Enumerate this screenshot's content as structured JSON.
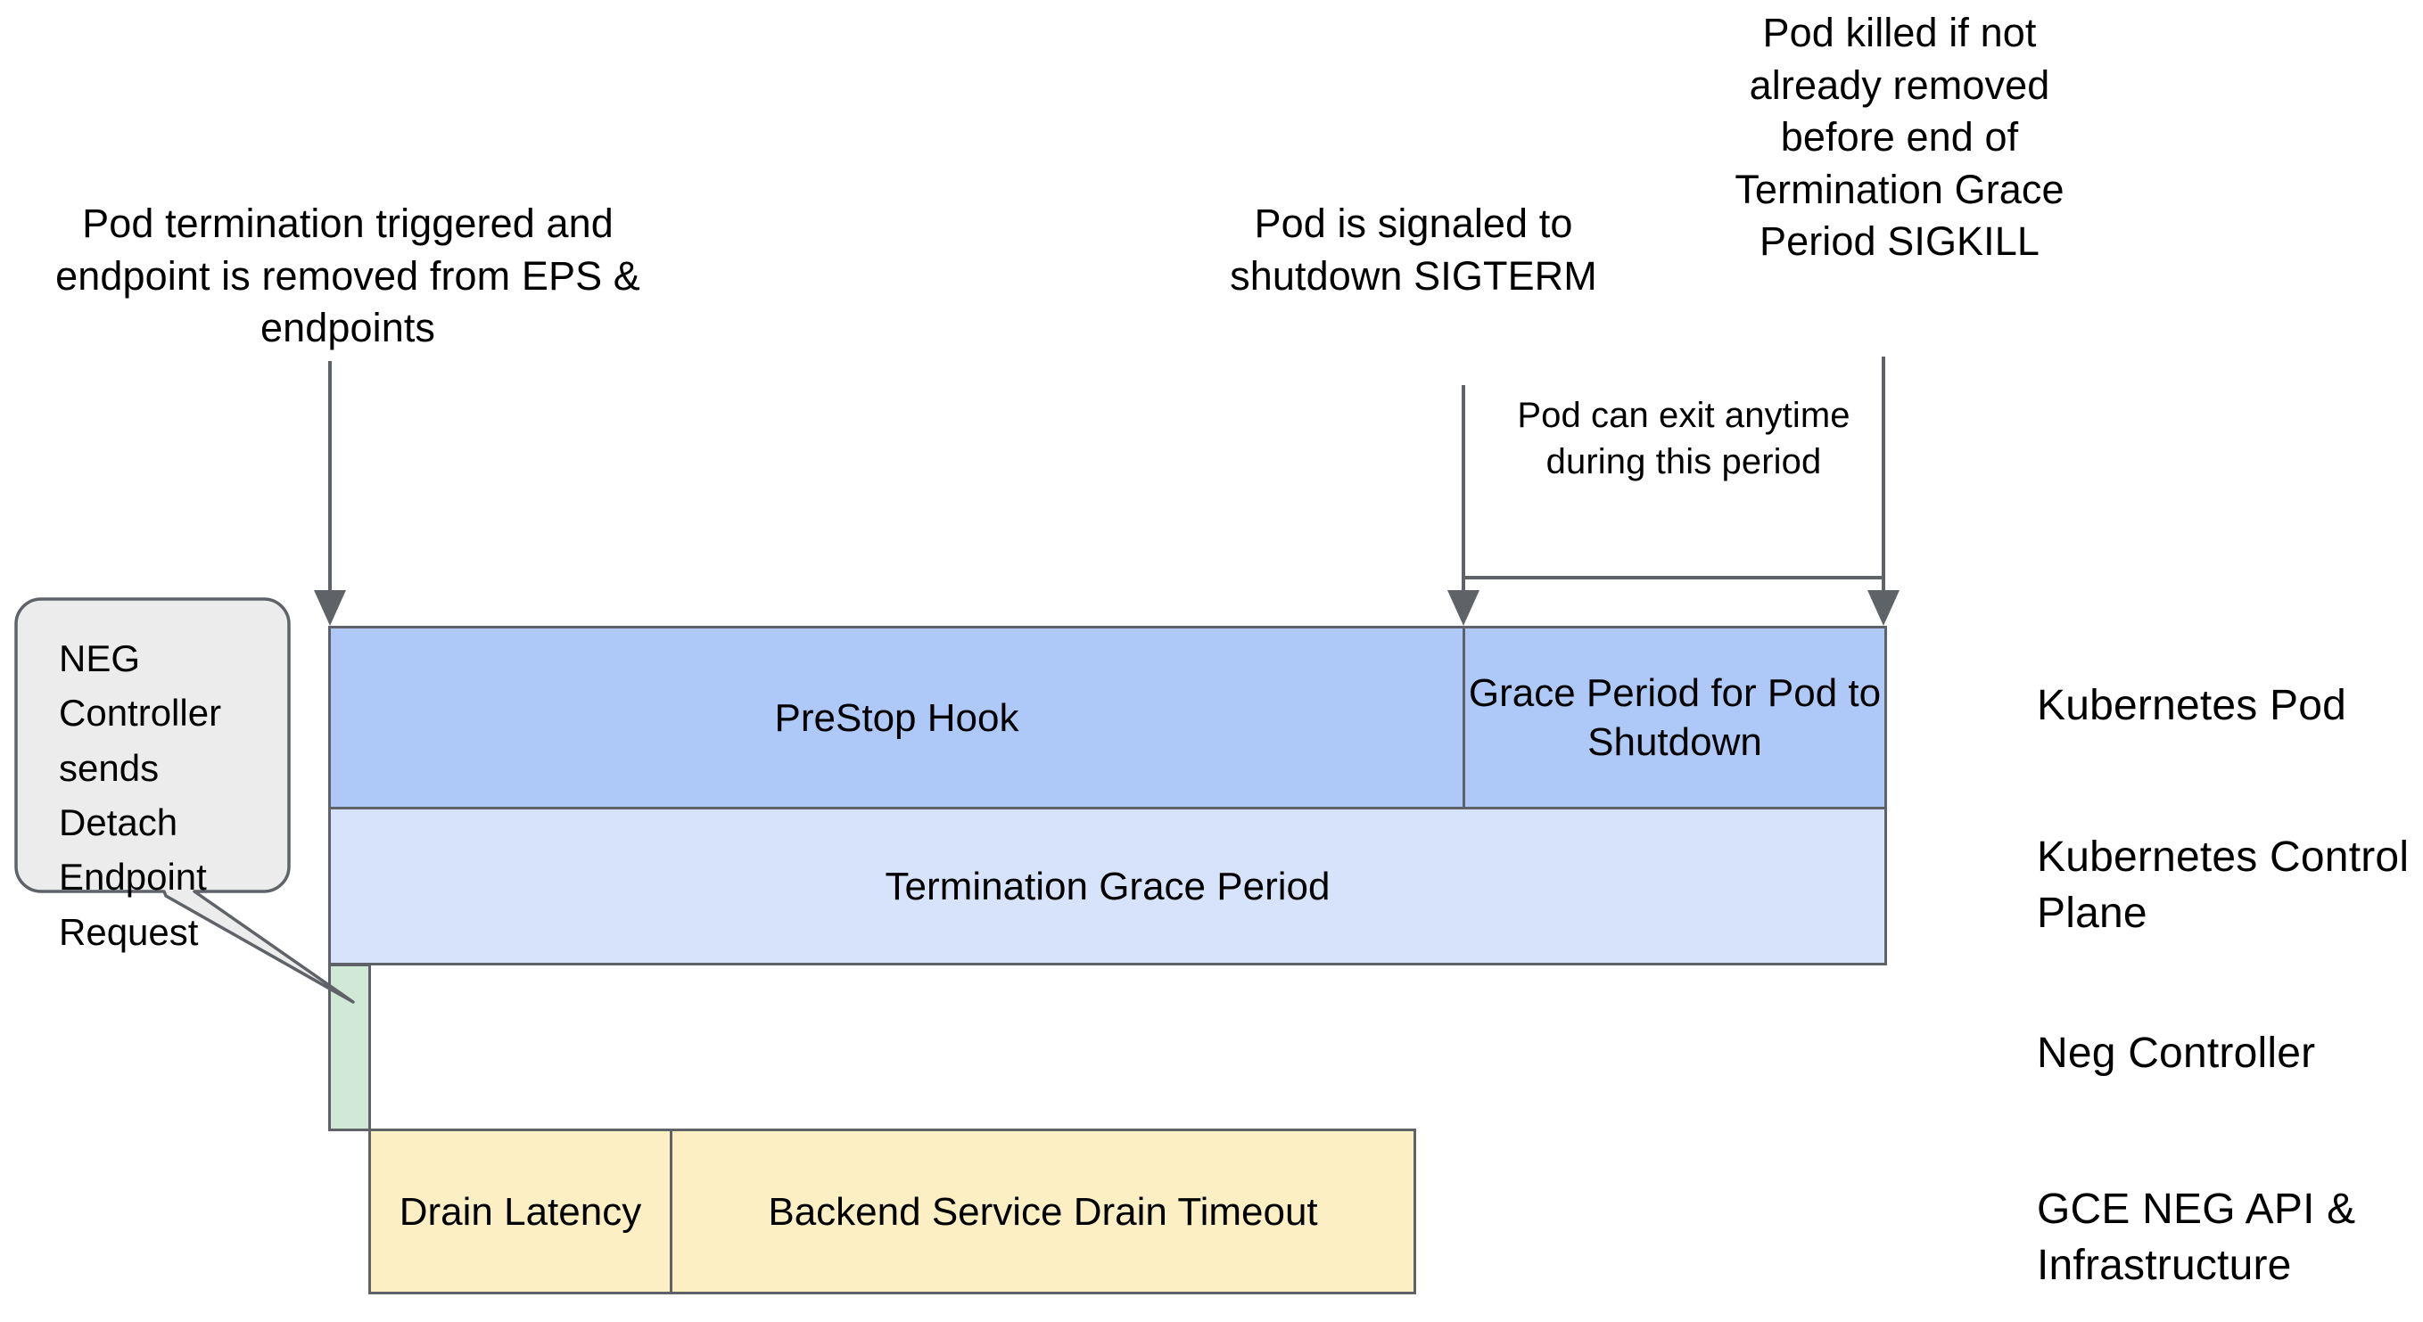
{
  "diagram": {
    "title": "Kubernetes Pod termination timeline with GCE NEG drain",
    "colors": {
      "pod_bar": "#AEC8F8",
      "control_plane_bar": "#D6E3FB",
      "neg_bar": "#D2E8D6",
      "gce_bar": "#FCEFC3",
      "stroke": "#5F6368",
      "bubble_fill": "#ECECEC",
      "text": "#000000"
    }
  },
  "annotations": [
    {
      "id": "pod-termination-triggered",
      "text": "Pod termination triggered and endpoint is removed from EPS & endpoints",
      "arrow_to": "start-of-timeline"
    },
    {
      "id": "pod-signaled-shutdown",
      "text": "Pod is signaled to shutdown SIGTERM",
      "arrow_to": "end-of-prestop-hook"
    },
    {
      "id": "pod-killed-sigkill",
      "text": "Pod killed if not already removed before end of Termination Grace Period SIGKILL",
      "arrow_to": "end-of-termination-grace-period"
    },
    {
      "id": "pod-can-exit-anytime",
      "text": "Pod can exit anytime during this period",
      "arrow_to": "grace-period-span"
    }
  ],
  "callout": {
    "id": "neg-controller-detach",
    "text": "NEG Controller sends Detach Endpoint Request",
    "points_to": "neg-controller-bar"
  },
  "bars": {
    "prestop_hook": "PreStop Hook",
    "grace_period": "Grace Period for Pod to Shutdown",
    "termination_grace_period": "Termination Grace Period",
    "neg_controller": "",
    "drain_latency": "Drain Latency",
    "backend_service_drain_timeout": "Backend Service Drain Timeout"
  },
  "lanes": [
    {
      "id": "kubernetes-pod",
      "label": "Kubernetes Pod"
    },
    {
      "id": "kubernetes-control-plane",
      "label": "Kubernetes Control Plane"
    },
    {
      "id": "neg-controller",
      "label": "Neg Controller"
    },
    {
      "id": "gce-neg-api-infrastructure",
      "label": "GCE NEG API & Infrastructure"
    }
  ]
}
